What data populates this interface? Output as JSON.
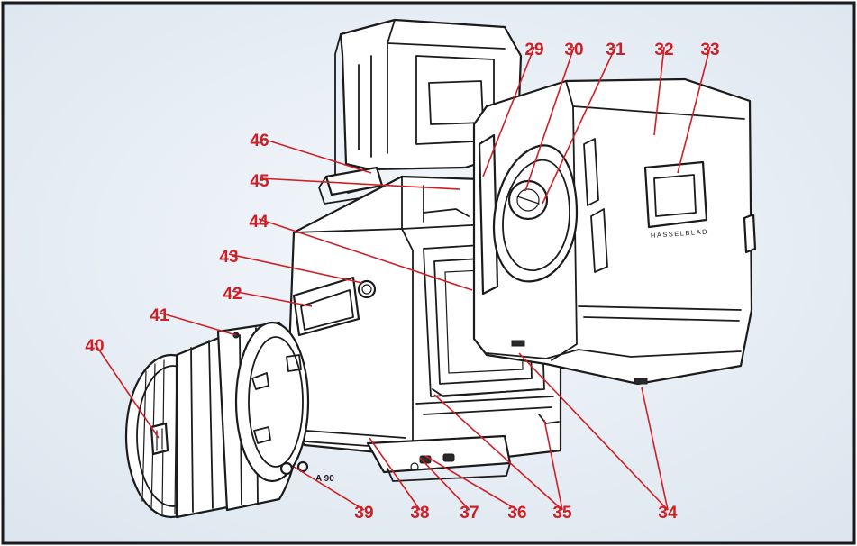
{
  "colors": {
    "background": "#e8eff6",
    "border": "#1a1a1a",
    "label": "#cf1f26",
    "line": "#1b1b1b"
  },
  "callouts": [
    {
      "id": "29",
      "text": "29"
    },
    {
      "id": "30",
      "text": "30"
    },
    {
      "id": "31",
      "text": "31"
    },
    {
      "id": "32",
      "text": "32"
    },
    {
      "id": "33",
      "text": "33"
    },
    {
      "id": "34",
      "text": "34"
    },
    {
      "id": "35",
      "text": "35"
    },
    {
      "id": "36",
      "text": "36"
    },
    {
      "id": "37",
      "text": "37"
    },
    {
      "id": "38",
      "text": "38"
    },
    {
      "id": "39",
      "text": "39"
    },
    {
      "id": "40",
      "text": "40"
    },
    {
      "id": "41",
      "text": "41"
    },
    {
      "id": "42",
      "text": "42"
    },
    {
      "id": "43",
      "text": "43"
    },
    {
      "id": "44",
      "text": "44"
    },
    {
      "id": "45",
      "text": "45"
    },
    {
      "id": "46",
      "text": "46"
    }
  ],
  "magazine_brand": "HASSELBLAD",
  "mount_marking": "A 90"
}
